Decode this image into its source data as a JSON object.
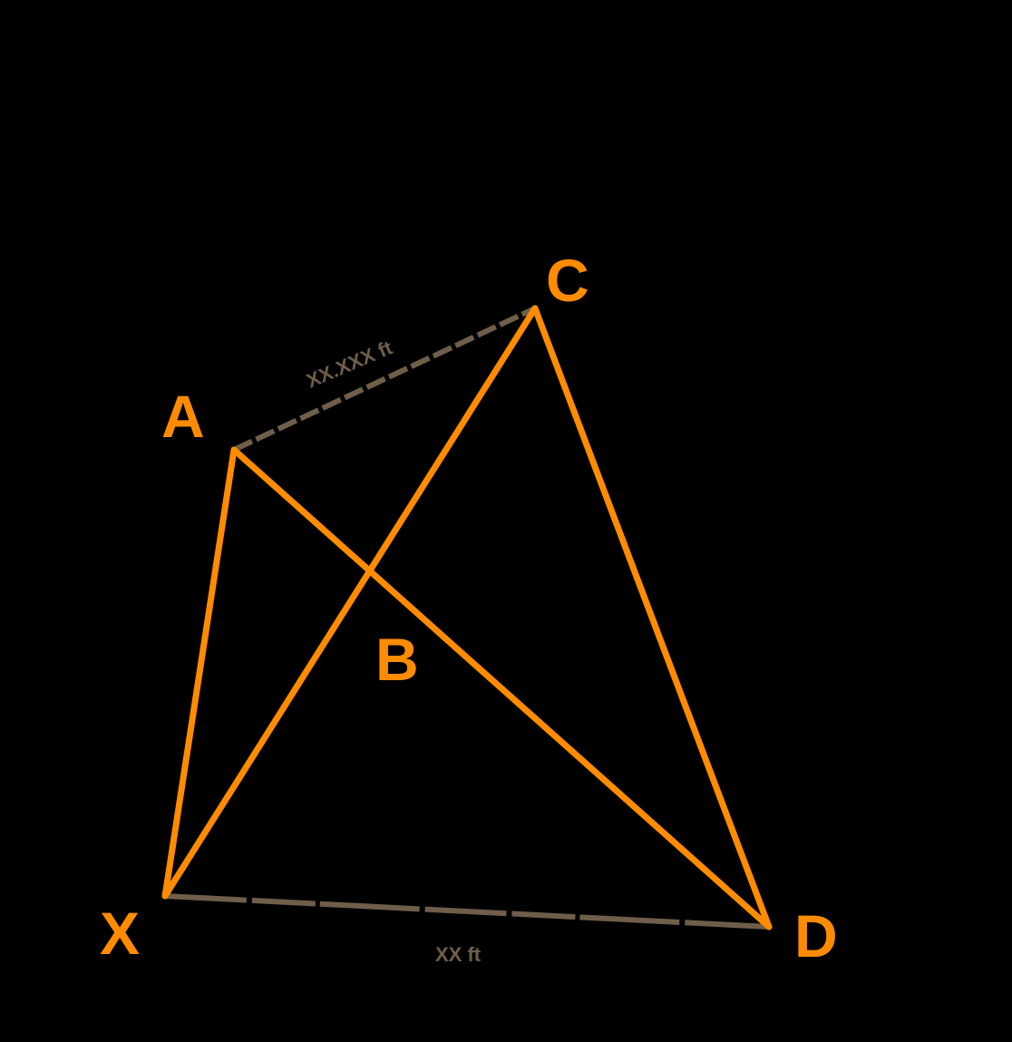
{
  "colors": {
    "background": "#000000",
    "line": "#FF8C00",
    "label": "#FF8C00",
    "measure_line": "#6E5E4A",
    "measure_text": "#6E5E4A"
  },
  "vertices": {
    "A": {
      "label": "A"
    },
    "B": {
      "label": "B"
    },
    "C": {
      "label": "C"
    },
    "D": {
      "label": "D"
    },
    "X": {
      "label": "X"
    }
  },
  "measurements": {
    "AC": {
      "label": "XX.XXX ft"
    },
    "XD": {
      "label": "XX ft"
    }
  }
}
